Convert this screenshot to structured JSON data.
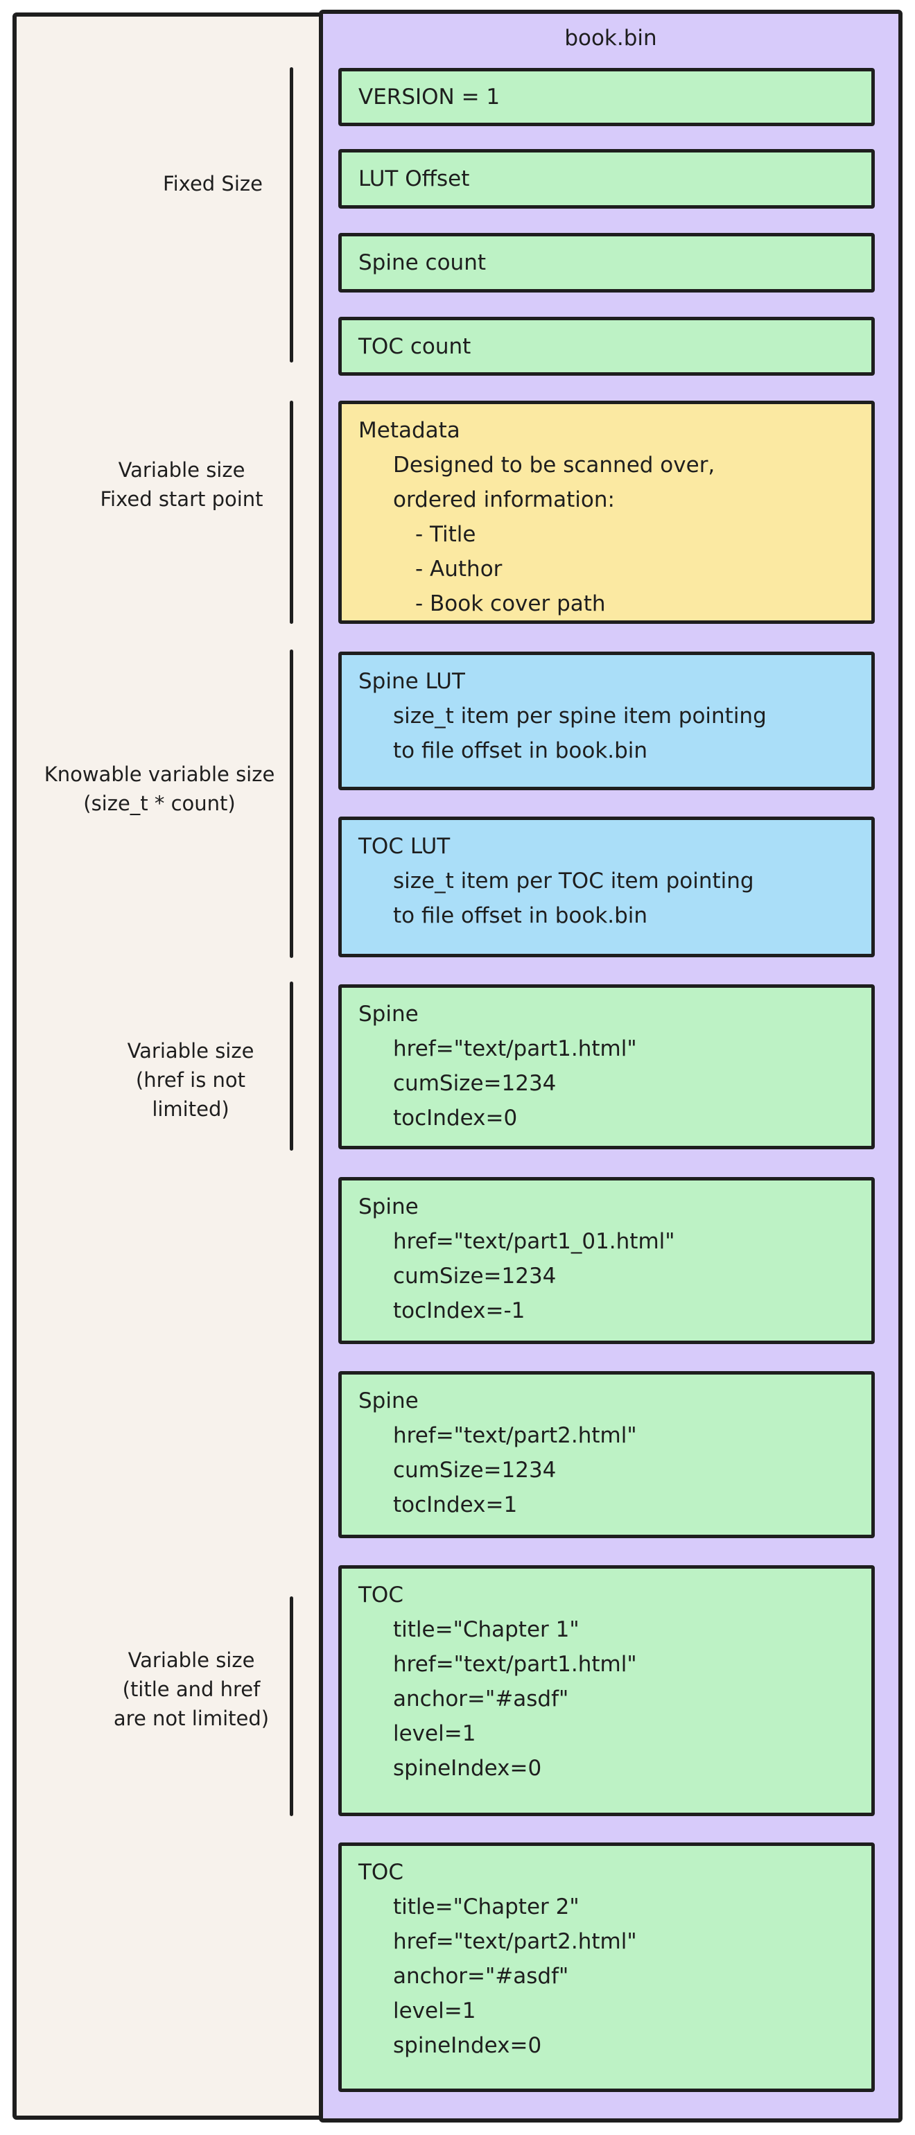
{
  "panel": {
    "title": "book.bin",
    "boxes": [
      {
        "id": "version",
        "color": "green",
        "lines": [
          "VERSION = 1"
        ]
      },
      {
        "id": "lut-offset",
        "color": "green",
        "lines": [
          "LUT Offset"
        ]
      },
      {
        "id": "spine-count",
        "color": "green",
        "lines": [
          "Spine count"
        ]
      },
      {
        "id": "toc-count",
        "color": "green",
        "lines": [
          "TOC count"
        ]
      },
      {
        "id": "metadata",
        "color": "yellow",
        "lines": [
          "Metadata",
          "Designed to be scanned over,",
          "ordered information:",
          "- Title",
          "- Author",
          "- Book cover path"
        ]
      },
      {
        "id": "spine-lut",
        "color": "blue",
        "lines": [
          "Spine LUT",
          "size_t item per spine item pointing",
          "to file offset in book.bin"
        ]
      },
      {
        "id": "toc-lut",
        "color": "blue",
        "lines": [
          "TOC LUT",
          "size_t item per TOC item pointing",
          "to file offset in book.bin"
        ]
      },
      {
        "id": "spine-1",
        "color": "green",
        "lines": [
          "Spine",
          "href=\"text/part1.html\"",
          "cumSize=1234",
          "tocIndex=0"
        ]
      },
      {
        "id": "spine-2",
        "color": "green",
        "lines": [
          "Spine",
          "href=\"text/part1_01.html\"",
          "cumSize=1234",
          "tocIndex=-1"
        ]
      },
      {
        "id": "spine-3",
        "color": "green",
        "lines": [
          "Spine",
          "href=\"text/part2.html\"",
          "cumSize=1234",
          "tocIndex=1"
        ]
      },
      {
        "id": "toc-1",
        "color": "green",
        "lines": [
          "TOC",
          "title=\"Chapter 1\"",
          "href=\"text/part1.html\"",
          "anchor=\"#asdf\"",
          "level=1",
          "spineIndex=0"
        ]
      },
      {
        "id": "toc-2",
        "color": "green",
        "lines": [
          "TOC",
          "title=\"Chapter 2\"",
          "href=\"text/part2.html\"",
          "anchor=\"#asdf\"",
          "level=1",
          "spineIndex=0"
        ]
      }
    ],
    "labels": [
      {
        "lines": [
          "Fixed Size"
        ]
      },
      {
        "lines": [
          "Variable size",
          "Fixed start point"
        ]
      },
      {
        "lines": [
          "Knowable variable size",
          "(size_t * count)"
        ]
      },
      {
        "lines": [
          "Variable size",
          "(href is not",
          "limited)"
        ]
      },
      {
        "lines": [
          "Variable size",
          "(title and href",
          "are not limited)"
        ]
      }
    ],
    "colors": {
      "green": "#bdf2c5",
      "yellow": "#fbe9a2",
      "blue": "#aadef8",
      "purple": "#d7cbfa",
      "cream": "#f7f2ec",
      "stroke": "#1e1e1e"
    }
  }
}
